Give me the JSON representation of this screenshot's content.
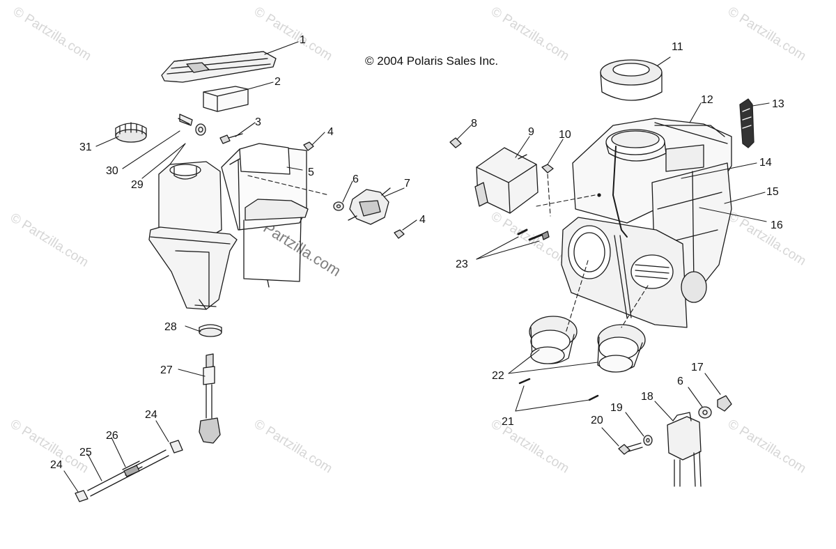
{
  "copyright": "© 2004 Polaris Sales Inc.",
  "watermark": "© Partzilla.com",
  "watermark_center": "© Partzilla.com",
  "callouts": [
    "1",
    "2",
    "3",
    "4",
    "4",
    "5",
    "6",
    "6",
    "7",
    "8",
    "9",
    "10",
    "11",
    "12",
    "13",
    "14",
    "15",
    "16",
    "17",
    "18",
    "19",
    "20",
    "21",
    "22",
    "23",
    "24",
    "24",
    "25",
    "26",
    "27",
    "28",
    "29",
    "30",
    "31"
  ],
  "colors": {
    "line": "#1a1a1a",
    "watermark": "#d6d6d6",
    "background": "#ffffff"
  }
}
